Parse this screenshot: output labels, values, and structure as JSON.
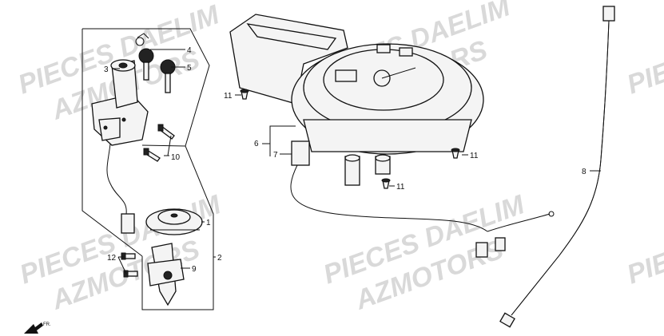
{
  "watermarks": [
    {
      "text": "PIECES DAELIM"
    },
    {
      "text": "AZMOTORS"
    },
    {
      "text": "PIECES DAELIM"
    },
    {
      "text": "AZMOTORS"
    },
    {
      "text": "PIECES DAELIM"
    },
    {
      "text": "AZMOTORS"
    },
    {
      "text": "PIECES DAELIM"
    },
    {
      "text": "AZMOTORS"
    },
    {
      "text": "PIECES"
    },
    {
      "text": "PIECES"
    }
  ],
  "callouts": [
    {
      "label": "1"
    },
    {
      "label": "2"
    },
    {
      "label": "3"
    },
    {
      "label": "4"
    },
    {
      "label": "5"
    },
    {
      "label": "6"
    },
    {
      "label": "7"
    },
    {
      "label": "8"
    },
    {
      "label": "9"
    },
    {
      "label": "10"
    },
    {
      "label": "11"
    },
    {
      "label": "11"
    },
    {
      "label": "11"
    },
    {
      "label": "12"
    }
  ],
  "direction_marker": {
    "text": "FR."
  }
}
